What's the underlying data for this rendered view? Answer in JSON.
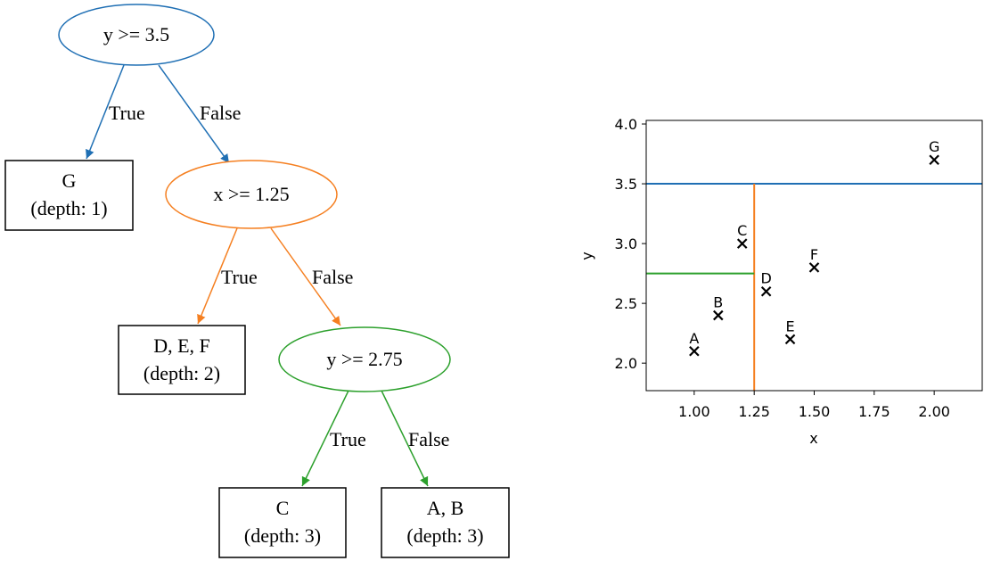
{
  "colors": {
    "level1": "#1f6fb4",
    "level2": "#f57f20",
    "level3": "#2ca02c",
    "ink": "#000000"
  },
  "tree": {
    "nodes": [
      {
        "id": "root",
        "kind": "split",
        "text": "y >= 3.5",
        "color": "level1"
      },
      {
        "id": "n2",
        "kind": "split",
        "text": "x >= 1.25",
        "color": "level2"
      },
      {
        "id": "n3",
        "kind": "split",
        "text": "y >= 2.75",
        "color": "level3"
      },
      {
        "id": "leafG",
        "kind": "leaf",
        "text": "G",
        "sub": "(depth: 1)"
      },
      {
        "id": "leafDEF",
        "kind": "leaf",
        "text": "D, E, F",
        "sub": "(depth: 2)"
      },
      {
        "id": "leafC",
        "kind": "leaf",
        "text": "C",
        "sub": "(depth: 3)"
      },
      {
        "id": "leafAB",
        "kind": "leaf",
        "text": "A, B",
        "sub": "(depth: 3)"
      }
    ],
    "edges": [
      {
        "from": "root",
        "to": "leafG",
        "label": "True",
        "color": "level1"
      },
      {
        "from": "root",
        "to": "n2",
        "label": "False",
        "color": "level1"
      },
      {
        "from": "n2",
        "to": "leafDEF",
        "label": "True",
        "color": "level2"
      },
      {
        "from": "n2",
        "to": "n3",
        "label": "False",
        "color": "level2"
      },
      {
        "from": "n3",
        "to": "leafC",
        "label": "True",
        "color": "level3"
      },
      {
        "from": "n3",
        "to": "leafAB",
        "label": "False",
        "color": "level3"
      }
    ]
  },
  "chart_data": {
    "type": "scatter",
    "xlabel": "x",
    "ylabel": "y",
    "xlim": [
      0.8,
      2.2
    ],
    "ylim": [
      1.77,
      4.03
    ],
    "xticks": [
      "1.00",
      "1.25",
      "1.50",
      "1.75",
      "2.00"
    ],
    "xtick_values": [
      1.0,
      1.25,
      1.5,
      1.75,
      2.0
    ],
    "yticks": [
      "2.0",
      "2.5",
      "3.0",
      "3.5",
      "4.0"
    ],
    "ytick_values": [
      2.0,
      2.5,
      3.0,
      3.5,
      4.0
    ],
    "marker": "x",
    "points": [
      {
        "label": "A",
        "x": 1.0,
        "y": 2.1
      },
      {
        "label": "B",
        "x": 1.1,
        "y": 2.4
      },
      {
        "label": "C",
        "x": 1.2,
        "y": 3.0
      },
      {
        "label": "D",
        "x": 1.3,
        "y": 2.6
      },
      {
        "label": "E",
        "x": 1.4,
        "y": 2.2
      },
      {
        "label": "F",
        "x": 1.5,
        "y": 2.8
      },
      {
        "label": "G",
        "x": 2.0,
        "y": 3.7
      }
    ],
    "split_lines": [
      {
        "orientation": "horizontal",
        "at": 3.5,
        "from": 0.8,
        "to": 2.2,
        "color": "level1"
      },
      {
        "orientation": "vertical",
        "at": 1.25,
        "from": 1.77,
        "to": 3.5,
        "color": "level2"
      },
      {
        "orientation": "horizontal",
        "at": 2.75,
        "from": 0.8,
        "to": 1.25,
        "color": "level3"
      }
    ],
    "grid": false
  }
}
